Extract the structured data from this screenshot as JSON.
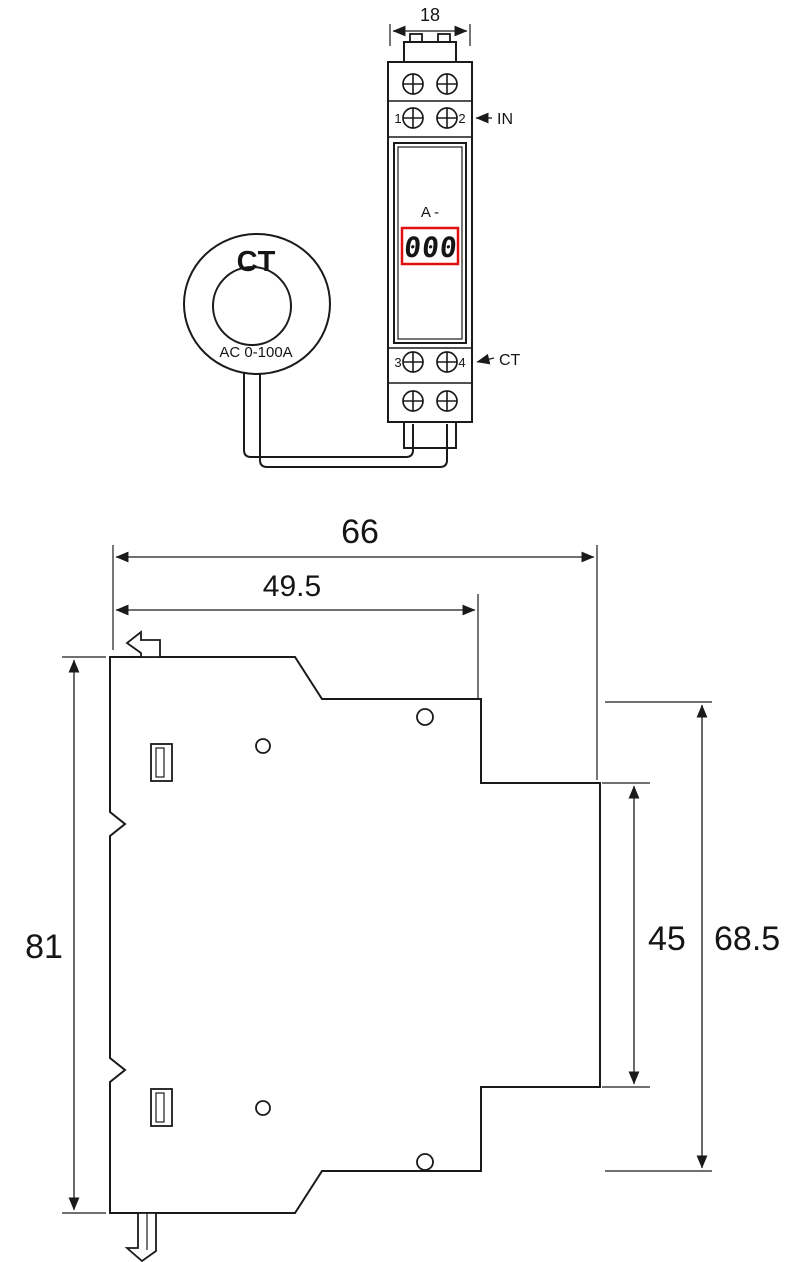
{
  "front_view": {
    "width_dim": "18",
    "terminal_1": "1",
    "terminal_2": "2",
    "terminal_3": "3",
    "terminal_4": "4",
    "in_label": "IN",
    "ct_label": "CT",
    "display_unit": "A -",
    "display_value": "000"
  },
  "ct_sensor": {
    "name": "CT",
    "rating": "AC 0-100A"
  },
  "side_view": {
    "overall_width": "66",
    "upper_width": "49.5",
    "overall_height": "81",
    "terminal_recess_height": "45",
    "body_height": "68.5"
  },
  "colors": {
    "line": "#1a1a1a",
    "led_red": "#e01010"
  }
}
